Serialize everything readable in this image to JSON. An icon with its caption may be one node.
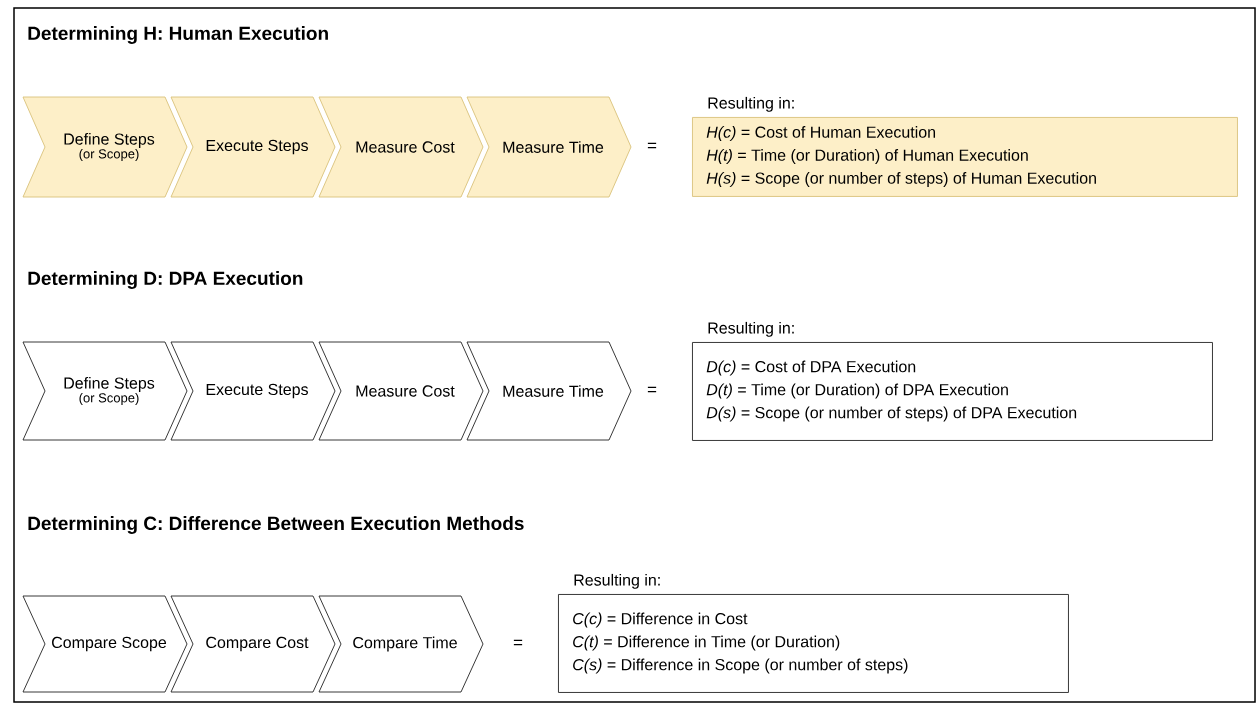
{
  "diagram": {
    "nodes": [
      {
        "text": [
          "Define Steps",
          "(or Scope)"
        ]
      },
      {
        "text": [
          "Execute Steps"
        ]
      },
      {
        "text": [
          "Measure Cost"
        ]
      },
      {
        "text": [
          "Measure Time"
        ]
      },
      {
        "text": [
          "Resulting in:",
          "*H(c)* = Cost of Human Execution",
          "*H(t)* = Time (or Duration) of Human Execution",
          "*H(s)* = Scope (or number of steps) of Human Execution"
        ]
      },
      {
        "text": [
          "Define Steps",
          "(or Scope)"
        ]
      },
      {
        "text": [
          "Execute Steps"
        ]
      },
      {
        "text": [
          "Measure Cost"
        ]
      },
      {
        "text": [
          "Measure Time"
        ]
      },
      {
        "text": [
          "Resulting in:",
          "*D(c)* = Cost of DPA Execution",
          "*D(t)* = Time (or Duration) of DPA Execution",
          "*D(s)* = Scope (or number of steps) of DPA Execution"
        ]
      },
      {
        "text": [
          "Compare Scope"
        ]
      },
      {
        "text": [
          "Compare Cost"
        ]
      },
      {
        "text": [
          "Compare Time"
        ]
      },
      {
        "text": [
          "Resulting in:",
          "*C(c)* = Difference in Cost",
          "*C(t)* = Difference in Time (or Duration)",
          "*C(s)* = Difference in Scope (or number of steps)"
        ]
      }
    ],
    "labels": [
      "Determining H: Human Execution",
      "=",
      "Determining D: DPA Execution",
      "=",
      "Determining C: Difference Between Execution Methods",
      "="
    ]
  }
}
